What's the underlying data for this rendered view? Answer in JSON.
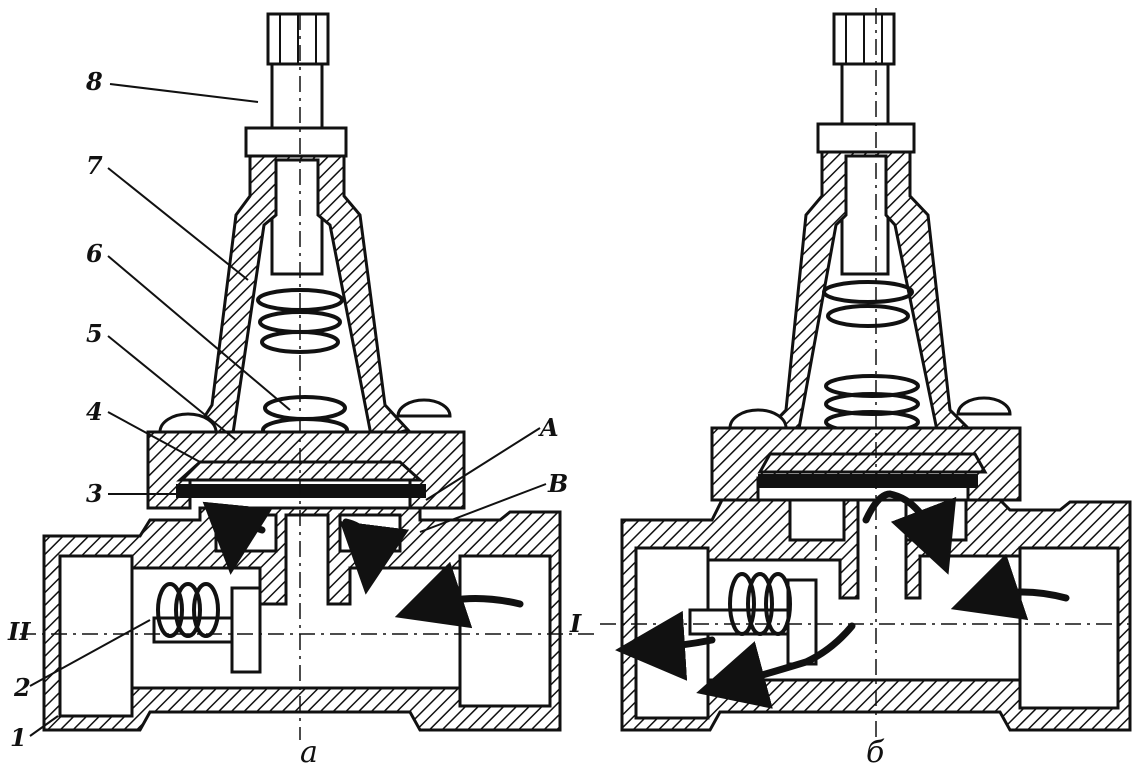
{
  "figures": [
    {
      "id": "a",
      "caption": "a"
    },
    {
      "id": "b",
      "caption": "б"
    }
  ],
  "part_labels": [
    "8",
    "7",
    "6",
    "5",
    "4",
    "3",
    "2",
    "1",
    "A",
    "B",
    "I",
    "II"
  ],
  "colors": {
    "ink": "#111111",
    "paper": "#ffffff"
  }
}
